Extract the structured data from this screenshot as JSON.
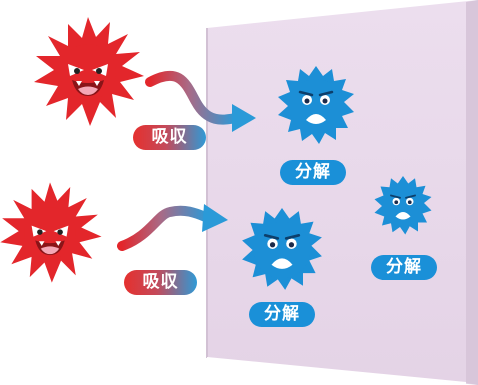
{
  "labels": {
    "absorb_1": "吸収",
    "absorb_2": "吸収",
    "decompose_1": "分解",
    "decompose_2": "分解",
    "decompose_3": "分解"
  },
  "colors": {
    "panel": "#eadcec",
    "panel_edge": "#cdbccf",
    "red_virus": "#e3262b",
    "blue_virus": "#1c8fd6",
    "absorb_gradient_start": "#e5302e",
    "absorb_gradient_end": "#2f9ad6",
    "decompose_label": "#1a90d8"
  },
  "icons": [
    "red-virus-icon",
    "blue-virus-icon",
    "curved-arrow-icon"
  ]
}
